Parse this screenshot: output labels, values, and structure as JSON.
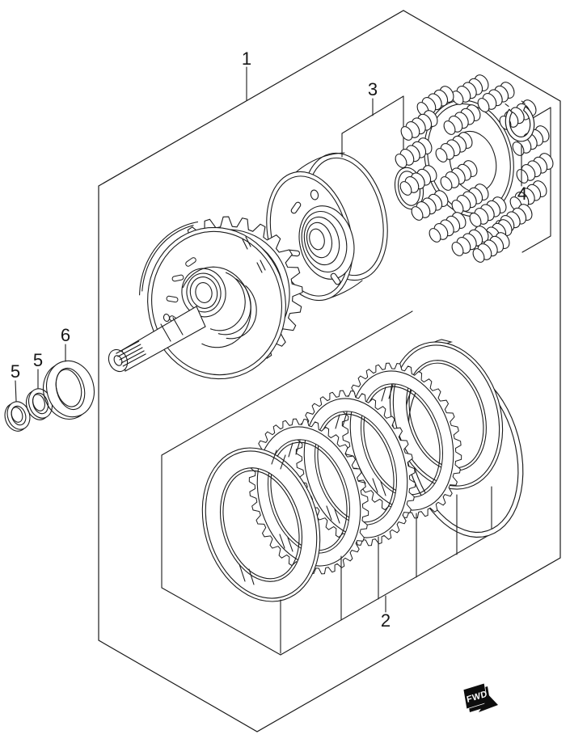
{
  "page": {
    "type": "exploded-parts-diagram",
    "background": "#ffffff"
  },
  "colors": {
    "line": "#1b1b1b",
    "label": "#161616",
    "marker_fill": "#0d0d0d",
    "marker_text": "#ffffff"
  },
  "callouts": {
    "c1": "1",
    "c2": "2",
    "c3": "3",
    "c4": "4",
    "c5a": "5",
    "c5b": "5",
    "c6": "6"
  },
  "direction_marker": {
    "label": "FWD"
  }
}
